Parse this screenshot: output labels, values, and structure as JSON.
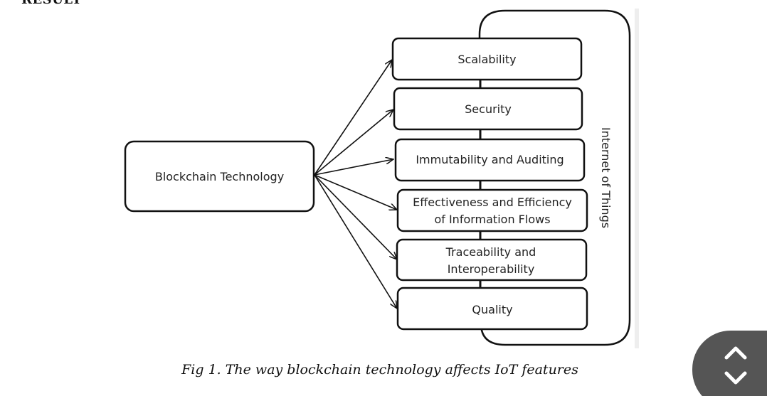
{
  "heading": "RESULT",
  "diagram": {
    "source": "Blockchain Technology",
    "features": [
      "Scalability",
      "Security",
      "Immutability and Auditing",
      [
        "Effectiveness and Efficiency",
        "of Information Flows"
      ],
      [
        "Traceability and",
        "Interoperability"
      ],
      "Quality"
    ],
    "container_label": "Internet of Things"
  },
  "caption": "Fig 1. The way blockchain technology affects IoT features",
  "nav": {
    "up_icon": "chevron-up-icon",
    "down_icon": "chevron-down-icon",
    "color": "#555555"
  }
}
